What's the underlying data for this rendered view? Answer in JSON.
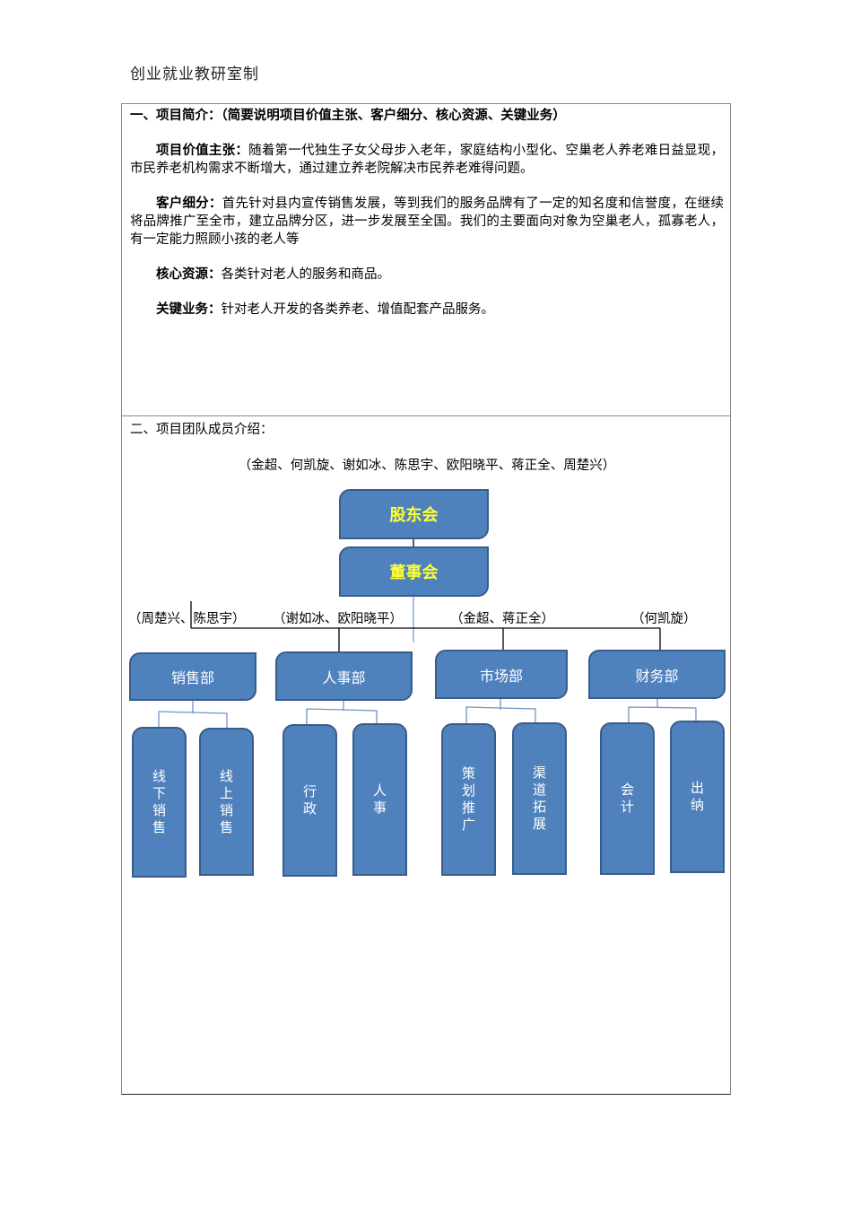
{
  "header": {
    "title": "创业就业教研室制"
  },
  "section1": {
    "title": "一、项目简介：（简要说明项目价值主张、客户细分、核心资源、关键业务）",
    "paragraphs": [
      {
        "label": "项目价值主张：",
        "text": "随着第一代独生子女父母步入老年，家庭结构小型化、空巢老人养老难日益显现，市民养老机构需求不断增大，通过建立养老院解决市民养老难得问题。"
      },
      {
        "label": "客户细分：",
        "text": "首先针对县内宣传销售发展，等到我们的服务品牌有了一定的知名度和信誉度，在继续将品牌推广至全市，建立品牌分区，进一步发展至全国。我们的主要面向对象为空巢老人，孤寡老人，有一定能力照顾小孩的老人等"
      },
      {
        "label": "核心资源：",
        "text": "各类针对老人的服务和商品。"
      },
      {
        "label": "关键业务：",
        "text": "针对老人开发的各类养老、增值配套产品服务。"
      }
    ]
  },
  "section2": {
    "title": "二、项目团队成员介绍：",
    "members": "（金超、何凯旋、谢如冰、陈思宇、欧阳晓平、蒋正全、周楚兴）"
  },
  "org_chart": {
    "colors": {
      "fill": "#4f81bd",
      "border": "#385d8a",
      "top_text": "#ffff33",
      "text": "#ffffff"
    },
    "top": [
      {
        "label": "股东会"
      },
      {
        "label": "董事会"
      }
    ],
    "departments": [
      {
        "label": "销售部",
        "members": "（周楚兴、陈思宇）",
        "children": [
          "线下销售",
          "线上销售"
        ]
      },
      {
        "label": "人事部",
        "members": "（谢如冰、欧阳晓平）",
        "children": [
          "行政",
          "人事"
        ]
      },
      {
        "label": "市场部",
        "members": "（金超、蒋正全）",
        "children": [
          "策划推广",
          "渠道拓展"
        ]
      },
      {
        "label": "财务部",
        "members": "（何凯旋）",
        "children": [
          "会计",
          "出纳"
        ]
      }
    ]
  }
}
